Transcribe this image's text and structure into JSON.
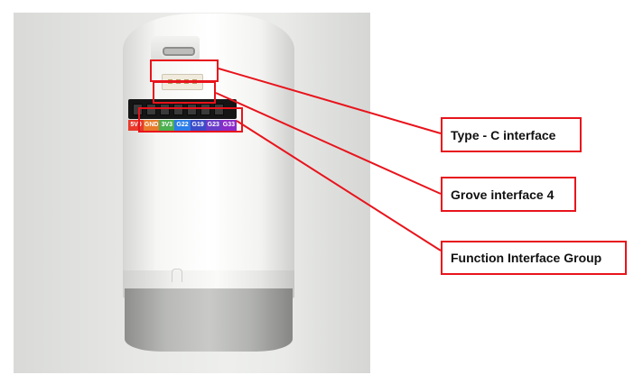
{
  "callouts": {
    "type_c": "Type - C interface",
    "grove": "Grove interface 4",
    "function_group": "Function Interface Group"
  },
  "pin_labels": [
    {
      "text": "5V0",
      "color": "#e8392b"
    },
    {
      "text": "GND",
      "color": "#e87a2b"
    },
    {
      "text": "3V3",
      "color": "#4caf50"
    },
    {
      "text": "G22",
      "color": "#2b7de8"
    },
    {
      "text": "G19",
      "color": "#3c4bc8"
    },
    {
      "text": "G23",
      "color": "#6a3cc8"
    },
    {
      "text": "G33",
      "color": "#8a2bc8"
    }
  ],
  "colors": {
    "highlight": "#e8141c"
  }
}
